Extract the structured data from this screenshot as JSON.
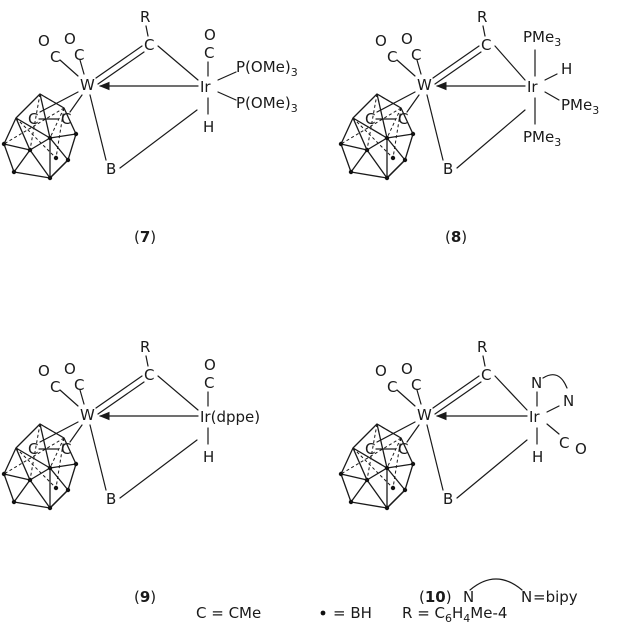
{
  "structures": [
    {
      "id": "7",
      "label_open": "(",
      "label_num": "7",
      "label_close": ")",
      "carbonyl_W_1": "O",
      "carbonyl_W_1c": "C",
      "carbonyl_W_2": "O",
      "carbonyl_W_2c": "C",
      "metal_W": "W",
      "metal_Ir": "Ir",
      "alkylidyne_C": "C",
      "R": "R",
      "boron": "B",
      "cage_C1": "C",
      "cage_C2": "C",
      "ir_top_O": "O",
      "ir_top_C": "C",
      "ir_ligand_upper": "P(OMe)",
      "ir_ligand_upper_sub": "3",
      "ir_ligand_lower": "P(OMe)",
      "ir_ligand_lower_sub": "3",
      "ir_hydride": "H"
    },
    {
      "id": "8",
      "label_open": "(",
      "label_num": "8",
      "label_close": ")",
      "carbonyl_W_1": "O",
      "carbonyl_W_1c": "C",
      "carbonyl_W_2": "O",
      "carbonyl_W_2c": "C",
      "metal_W": "W",
      "metal_Ir": "Ir",
      "alkylidyne_C": "C",
      "R": "R",
      "boron": "B",
      "cage_C1": "C",
      "cage_C2": "C",
      "ir_top": "PMe",
      "ir_top_sub": "3",
      "ir_hydride": "H",
      "ir_right": "PMe",
      "ir_right_sub": "3",
      "ir_bottom": "PMe",
      "ir_bottom_sub": "3"
    },
    {
      "id": "9",
      "label_open": "(",
      "label_num": "9",
      "label_close": ")",
      "carbonyl_W_1": "O",
      "carbonyl_W_1c": "C",
      "carbonyl_W_2": "O",
      "carbonyl_W_2c": "C",
      "metal_W": "W",
      "alkylidyne_C": "C",
      "R": "R",
      "boron": "B",
      "cage_C1": "C",
      "cage_C2": "C",
      "ir_top_O": "O",
      "ir_top_C": "C",
      "ir_group": "Ir(dppe)",
      "ir_hydride": "H"
    },
    {
      "id": "10",
      "label_open": "(",
      "label_num": "10",
      "label_close": ")",
      "carbonyl_W_1": "O",
      "carbonyl_W_1c": "C",
      "carbonyl_W_2": "O",
      "carbonyl_W_2c": "C",
      "metal_W": "W",
      "metal_Ir": "Ir",
      "alkylidyne_C": "C",
      "R": "R",
      "boron": "B",
      "cage_C1": "C",
      "cage_C2": "C",
      "ir_N1": "N",
      "ir_N2": "N",
      "ir_CO_C": "C",
      "ir_CO_O": "O",
      "ir_hydride": "H"
    }
  ],
  "bipy_legend": {
    "n_left": "N",
    "n_right": "N",
    "text": "=bipy"
  },
  "legend": {
    "c_def": "C = CMe",
    "dot_def": "= BH",
    "r_def_prefix": "R = C",
    "r_def_sub1": "6",
    "r_def_mid": "H",
    "r_def_sub2": "4",
    "r_def_suffix": "Me-4"
  }
}
